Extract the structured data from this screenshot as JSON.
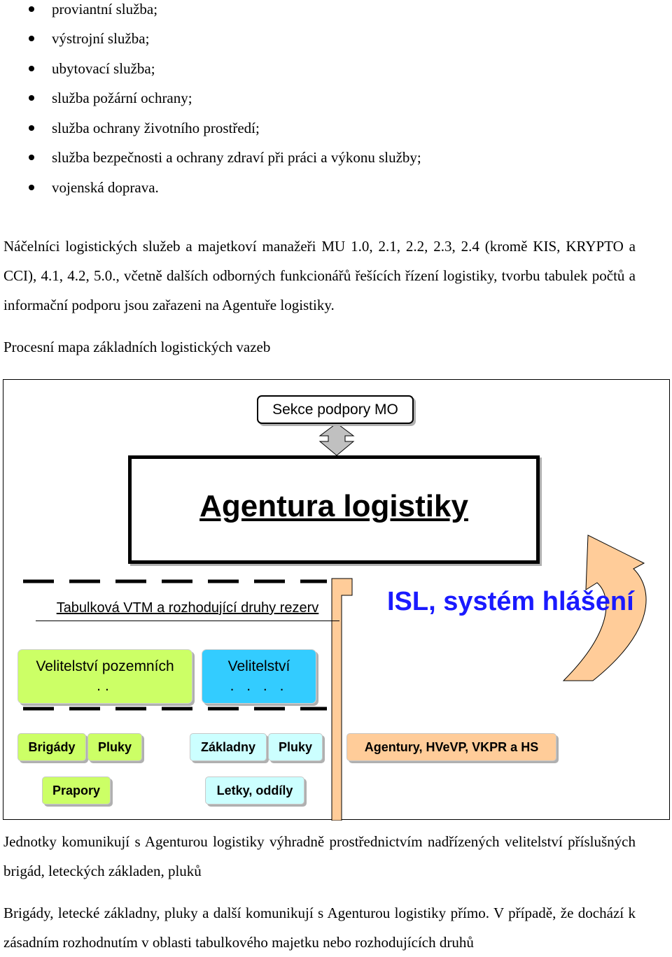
{
  "bullets": [
    "proviantní služba;",
    "výstrojní služba;",
    "ubytovací služba;",
    "služba požární ochrany;",
    "služba ochrany životního prostředí;",
    "služba bezpečnosti a ochrany zdraví při práci a výkonu služby;",
    "vojenská doprava."
  ],
  "paragraph1": "Náčelníci logistických služeb a majetkoví manažeři MU 1.0, 2.1, 2.2, 2.3, 2.4 (kromě KIS, KRYPTO a CCI), 4.1, 4.2, 5.0., včetně dalších odborných funkcionářů řešících řízení logistiky, tvorbu tabulek počtů a informační podporu jsou zařazeni na Agentuře logistiky.",
  "heading": "Procesní mapa základních logistických vazeb",
  "diagram": {
    "top_box": "Sekce podpory MO",
    "main_box": "Agentura logistiky",
    "tabular_label": "Tabulková VTM a rozhodující druhy rezerv",
    "isl_label": "ISL, systém hlášení",
    "command_land": "Velitelství pozemních",
    "command_land_cut": "..",
    "command_air": "Velitelství",
    "command_air_cut": ". . . .",
    "units_row1": [
      "Brigády",
      "Pluky",
      "Základny",
      "Pluky",
      "Agentury, HVeVP, VKPR a HS"
    ],
    "units_row2": [
      "Prapory",
      "Letky, oddíly"
    ],
    "colors": {
      "green": "#ccff66",
      "blue": "#33ccff",
      "teal": "#ccffff",
      "orange": "#ffcc99",
      "isl_blue": "#1a1aff",
      "arrow_fill": "#ffcc99",
      "double_arrow_fill": "#c0c0c0"
    }
  },
  "paragraph2": "Jednotky komunikují s Agenturou logistiky výhradně prostřednictvím nadřízených velitelství příslušných brigád, leteckých základen, pluků",
  "paragraph3": "Brigády, letecké základny, pluky a další komunikují s Agenturou logistiky přímo. V případě, že dochází k zásadním rozhodnutím v oblasti tabulkového majetku nebo rozhodujících druhů"
}
